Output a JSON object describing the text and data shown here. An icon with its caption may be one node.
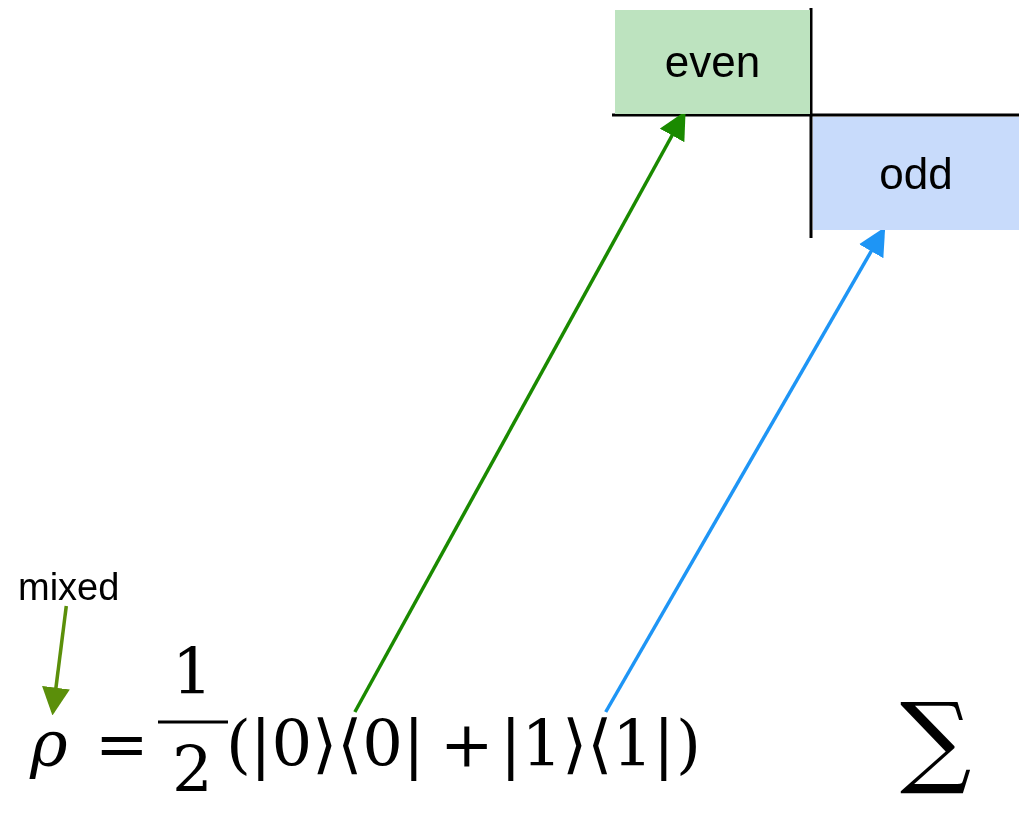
{
  "diagram": {
    "nodes": [
      {
        "text": [
          "even"
        ]
      },
      {
        "text": [
          "odd"
        ]
      },
      {
        "text": [
          "mixed"
        ]
      },
      {
        "text": [
          "ρ"
        ]
      },
      {
        "text": [
          "|0⟩⟨0|"
        ]
      },
      {
        "text": [
          "|1⟩⟨1|"
        ]
      }
    ],
    "edges": [
      {
        "from": 2,
        "to": 3,
        "arrow": "to",
        "color": "#5b8f0a"
      },
      {
        "from": 4,
        "to": 0,
        "arrow": "to",
        "color": "#1a8a00"
      },
      {
        "from": 5,
        "to": 1,
        "arrow": "to",
        "color": "#1e95f5"
      }
    ],
    "labels": [
      "=",
      "1",
      "2",
      "(",
      "+",
      ")",
      "∑"
    ]
  }
}
